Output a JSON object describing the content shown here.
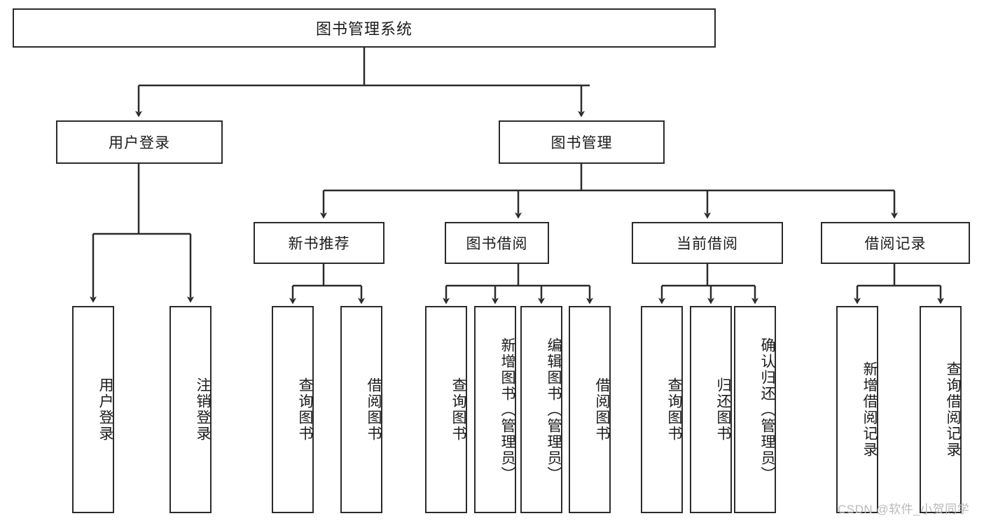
{
  "diagram": {
    "title": "图书管理系统",
    "type": "function-structure-tree",
    "colors": {
      "box_border": "#2b2b2b",
      "box_fill": "#ffffff",
      "edge": "#2b2b2b",
      "text": "#1b1b1b",
      "watermark": "#b9b9b9",
      "background": "#ffffff"
    },
    "levels": {
      "root": {
        "label": "图书管理系统"
      },
      "level2": [
        {
          "id": "user-login",
          "label": "用户登录"
        },
        {
          "id": "book-management",
          "label": "图书管理"
        }
      ],
      "level3": [
        {
          "id": "new-book-recommend",
          "label": "新书推荐",
          "parent": "book-management"
        },
        {
          "id": "book-borrow",
          "label": "图书借阅",
          "parent": "book-management"
        },
        {
          "id": "current-borrow",
          "label": "当前借阅",
          "parent": "book-management"
        },
        {
          "id": "borrow-record",
          "label": "借阅记录",
          "parent": "book-management"
        }
      ],
      "leaves": [
        {
          "id": "leaf-user-login",
          "label": "用户登录",
          "parent": "user-login"
        },
        {
          "id": "leaf-user-logout",
          "label": "注销登录",
          "parent": "user-login"
        },
        {
          "id": "leaf-query-book-1",
          "label": "查询图书",
          "parent": "new-book-recommend"
        },
        {
          "id": "leaf-borrow-book-1",
          "label": "借阅图书",
          "parent": "new-book-recommend"
        },
        {
          "id": "leaf-query-book-2",
          "label": "查询图书",
          "parent": "book-borrow"
        },
        {
          "id": "leaf-add-book",
          "label": "新增图书（管理员）",
          "parent": "book-borrow"
        },
        {
          "id": "leaf-edit-book",
          "label": "编辑图书（管理员）",
          "parent": "book-borrow"
        },
        {
          "id": "leaf-borrow-book-2",
          "label": "借阅图书",
          "parent": "book-borrow"
        },
        {
          "id": "leaf-query-book-3",
          "label": "查询图书",
          "parent": "current-borrow"
        },
        {
          "id": "leaf-return-book",
          "label": "归还图书",
          "parent": "current-borrow"
        },
        {
          "id": "leaf-confirm-return",
          "label": "确认归还（管理员）",
          "parent": "current-borrow"
        },
        {
          "id": "leaf-add-record",
          "label": "新增借阅记录",
          "parent": "borrow-record"
        },
        {
          "id": "leaf-query-record",
          "label": "查询借阅记录",
          "parent": "borrow-record"
        }
      ]
    },
    "watermark": "CSDN @软件_小贺同学"
  }
}
